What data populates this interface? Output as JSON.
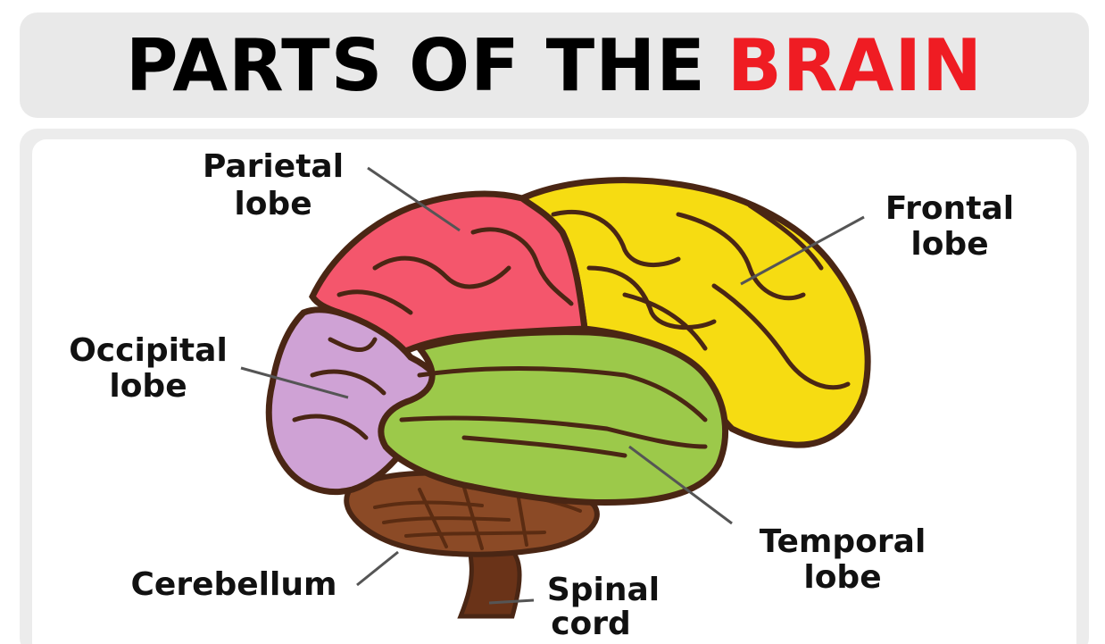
{
  "title": {
    "part1": "PARTS OF THE",
    "part2": "BRAIN",
    "color_part1": "#000000",
    "color_part2": "#ef1c23"
  },
  "labels": {
    "parietal": [
      "Parietal",
      "lobe"
    ],
    "frontal": [
      "Frontal",
      "lobe"
    ],
    "occipital": [
      "Occipital",
      "lobe"
    ],
    "temporal": [
      "Temporal",
      "lobe"
    ],
    "cerebellum": [
      "Cerebellum"
    ],
    "spinal": [
      "Spinal",
      "cord"
    ]
  },
  "colors": {
    "parietal": "#f4566c",
    "frontal": "#f6dc12",
    "occipital": "#cfa2d5",
    "temporal": "#9cc94a",
    "cerebellum": "#8b4a26",
    "outline": "#4a2614"
  }
}
